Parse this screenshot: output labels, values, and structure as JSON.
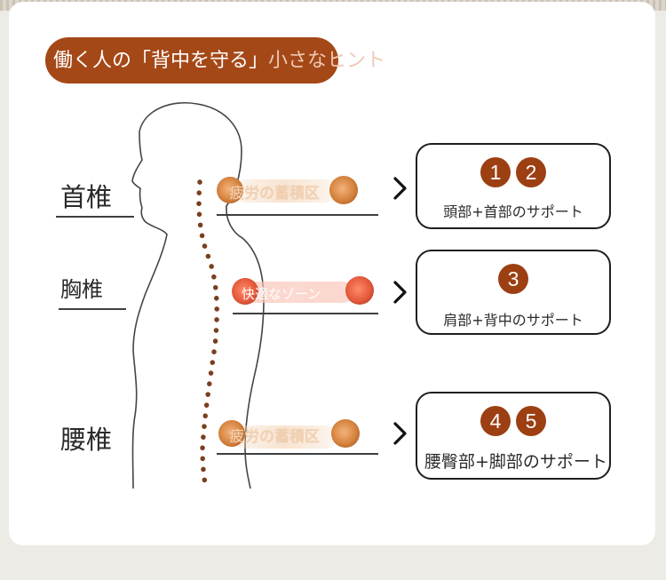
{
  "header": {
    "title_main": "働く人の「背中を守る」",
    "title_tail": "小さなヒント"
  },
  "labels": {
    "neck": "首椎",
    "chest": "胸椎",
    "waist": "腰椎"
  },
  "zones": {
    "neck": "疲労の蓄積区",
    "chest": "快適なゾーン",
    "waist": "疲労の蓄積区"
  },
  "boxes": [
    {
      "badges": [
        "1",
        "2"
      ],
      "caption": "頭部+首部のサポート"
    },
    {
      "badges": [
        "3"
      ],
      "caption": "肩部+背中のサポート"
    },
    {
      "badges": [
        "4",
        "5"
      ],
      "caption": "腰臀部+脚部のサポート"
    }
  ],
  "colors": {
    "accent": "#a54817",
    "badge": "#9c3f12",
    "fatigue_dot": "#d07a3c",
    "comfort_dot": "#e05a3c",
    "spine": "#7a3e1f"
  }
}
